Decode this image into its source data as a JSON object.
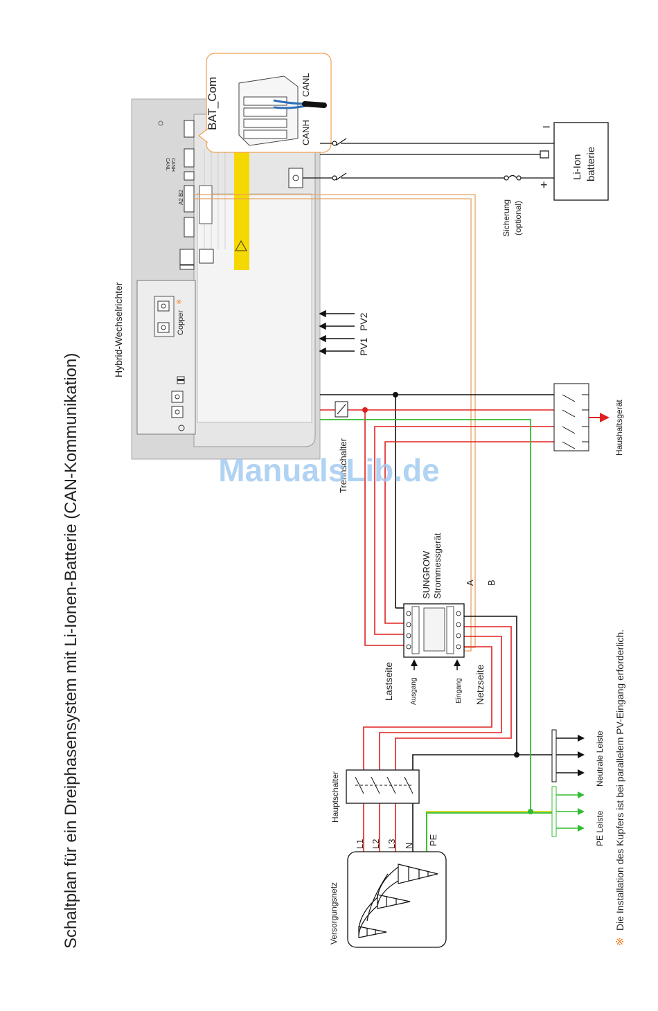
{
  "title": "Schaltplan für ein Dreiphasensystem mit Li-Ionen-Batterie (CAN-Kommunikation)",
  "inverter": {
    "label": "Hybrid-Wechselrichter",
    "copper_label": "Copper",
    "copper_mark": "※",
    "can_labels": [
      "CANH",
      "CANL"
    ],
    "a2b2_label": "A2 B2",
    "pv_labels": [
      "PV1",
      "PV2"
    ]
  },
  "callout": {
    "bat_com": "BAT_Com",
    "canh": "CANH",
    "canl": "CANL"
  },
  "battery": {
    "label_line1": "Li-Ion",
    "label_line2": "batterie",
    "minus": "−",
    "plus": "+"
  },
  "fuse": {
    "line1": "Sicherung",
    "line2": "(optional)"
  },
  "household": "Haushaltsgerät",
  "disconnector": "Trennschalter",
  "meter": {
    "brand": "SUNGROW",
    "name": "Strommessgerät",
    "a": "A",
    "b": "B",
    "load_side": "Lastseite",
    "output": "Ausgang",
    "input": "Eingang",
    "grid_side": "Netzseite"
  },
  "busbars": {
    "neutral": "Neutrale Leiste",
    "pe": "PE Leiste"
  },
  "main_switch": "Hauptschalter",
  "grid": {
    "label": "Versorgungsnetz",
    "phases": [
      "L1",
      "L2",
      "L3",
      "N",
      "PE"
    ]
  },
  "footnote": {
    "mark": "※",
    "text": "Die Installation des Kupfers ist bei parallelem PV-Eingang erforderlich."
  },
  "watermark": "ManualsLib.de",
  "colors": {
    "phase": "#e02020",
    "neutral": "#111111",
    "pe": "#33bb33",
    "comm": "#e8a060",
    "accent": "#f07820",
    "watermark": "#9ec8f0",
    "warning": "#f5d800"
  }
}
